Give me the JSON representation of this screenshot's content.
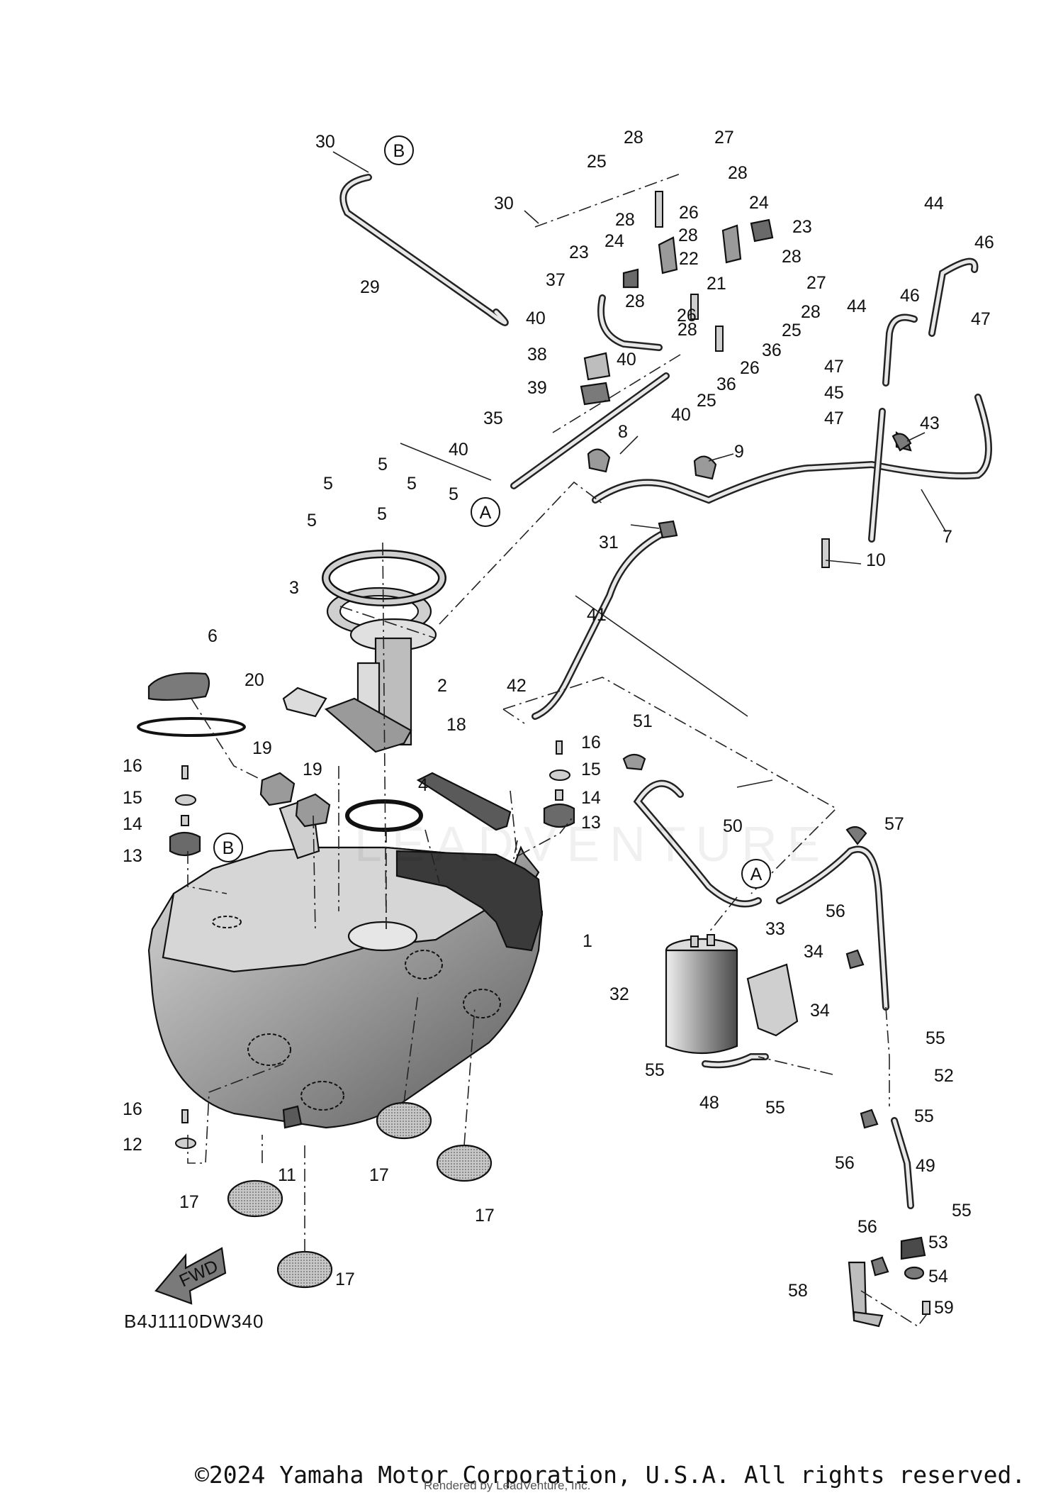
{
  "diagram": {
    "code": "B4J1110DW340",
    "fwd_label": "FWD",
    "connectors": [
      "A",
      "B"
    ],
    "part_callouts": [
      "1",
      "2",
      "3",
      "4",
      "5",
      "6",
      "7",
      "8",
      "9",
      "10",
      "11",
      "12",
      "13",
      "14",
      "15",
      "16",
      "17",
      "18",
      "19",
      "20",
      "21",
      "22",
      "23",
      "24",
      "25",
      "26",
      "27",
      "28",
      "29",
      "30",
      "31",
      "32",
      "33",
      "34",
      "35",
      "36",
      "37",
      "38",
      "39",
      "40",
      "41",
      "42",
      "43",
      "44",
      "45",
      "46",
      "47",
      "48",
      "49",
      "50",
      "51",
      "52",
      "53",
      "54",
      "55",
      "56",
      "57",
      "58",
      "59"
    ]
  },
  "watermark": "LEADVENTURE",
  "footer": {
    "copyright": "©2024 Yamaha Motor Corporation, U.S.A. All rights reserved.",
    "rendered_by": "Rendered by LeadVenture, Inc."
  },
  "colors": {
    "line": "#111111",
    "part_fill": "#bdbdbd",
    "part_shade": "#7a7a7a",
    "background": "#ffffff"
  }
}
